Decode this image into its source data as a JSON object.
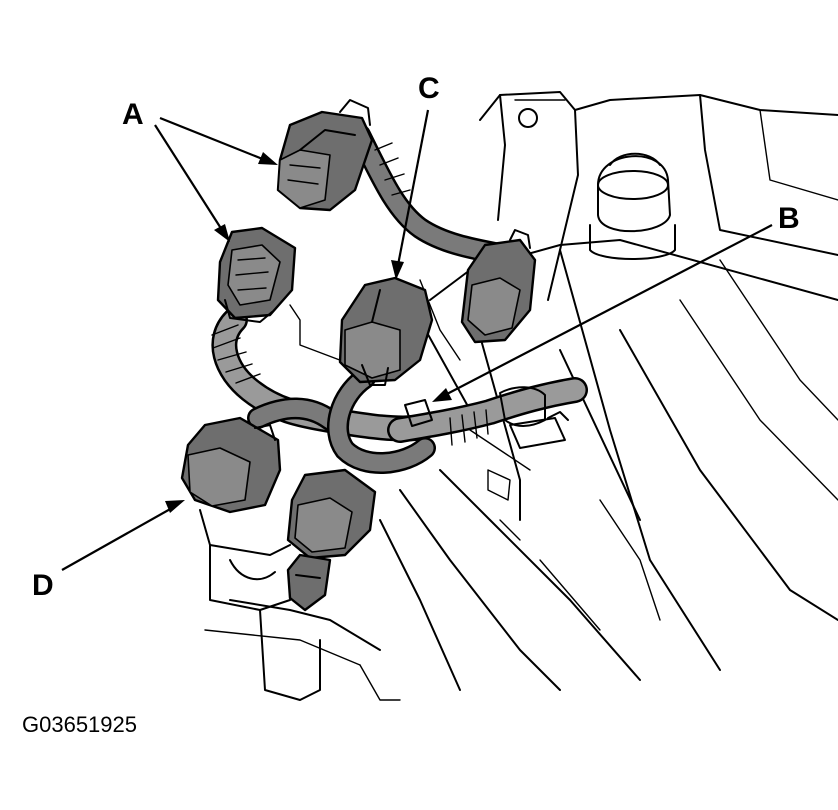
{
  "diagram": {
    "callouts": {
      "A": "A",
      "B": "B",
      "C": "C",
      "D": "D"
    },
    "figure_id": "G03651925"
  }
}
